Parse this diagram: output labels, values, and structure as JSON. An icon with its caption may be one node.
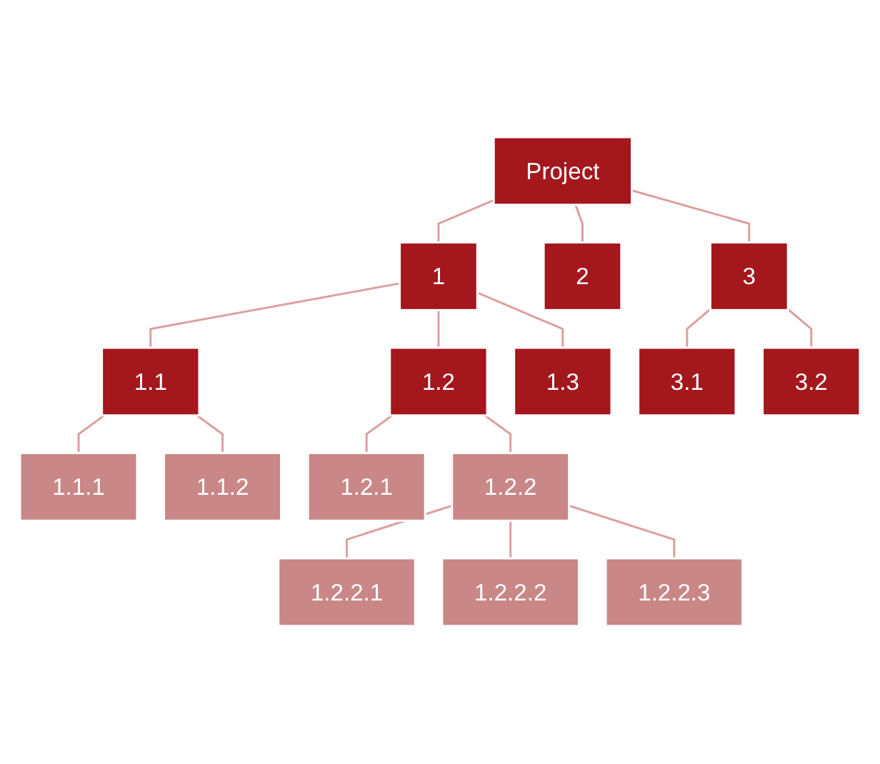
{
  "diagram": {
    "nodes": [
      {
        "text": [
          "Project"
        ]
      },
      {
        "text": [
          "1"
        ]
      },
      {
        "text": [
          "2"
        ]
      },
      {
        "text": [
          "3"
        ]
      },
      {
        "text": [
          "1.1"
        ]
      },
      {
        "text": [
          "1.2"
        ]
      },
      {
        "text": [
          "1.3"
        ]
      },
      {
        "text": [
          "3.1"
        ]
      },
      {
        "text": [
          "3.2"
        ]
      },
      {
        "text": [
          "1.1.1"
        ]
      },
      {
        "text": [
          "1.1.2"
        ]
      },
      {
        "text": [
          "1.2.1"
        ]
      },
      {
        "text": [
          "1.2.2"
        ]
      },
      {
        "text": [
          "1.2.2.1"
        ]
      },
      {
        "text": [
          "1.2.2.2"
        ]
      },
      {
        "text": [
          "1.2.2.3"
        ]
      }
    ],
    "edges": [
      {
        "from": 0,
        "to": 1,
        "arrow": "none"
      },
      {
        "from": 0,
        "to": 2,
        "arrow": "none"
      },
      {
        "from": 0,
        "to": 3,
        "arrow": "none"
      },
      {
        "from": 1,
        "to": 4,
        "arrow": "none"
      },
      {
        "from": 1,
        "to": 5,
        "arrow": "none"
      },
      {
        "from": 1,
        "to": 6,
        "arrow": "none"
      },
      {
        "from": 3,
        "to": 7,
        "arrow": "none"
      },
      {
        "from": 3,
        "to": 8,
        "arrow": "none"
      },
      {
        "from": 4,
        "to": 9,
        "arrow": "none"
      },
      {
        "from": 4,
        "to": 10,
        "arrow": "none"
      },
      {
        "from": 5,
        "to": 11,
        "arrow": "none"
      },
      {
        "from": 5,
        "to": 12,
        "arrow": "none"
      },
      {
        "from": 12,
        "to": 13,
        "arrow": "none"
      },
      {
        "from": 12,
        "to": 14,
        "arrow": "none"
      },
      {
        "from": 12,
        "to": 15,
        "arrow": "none"
      }
    ]
  }
}
